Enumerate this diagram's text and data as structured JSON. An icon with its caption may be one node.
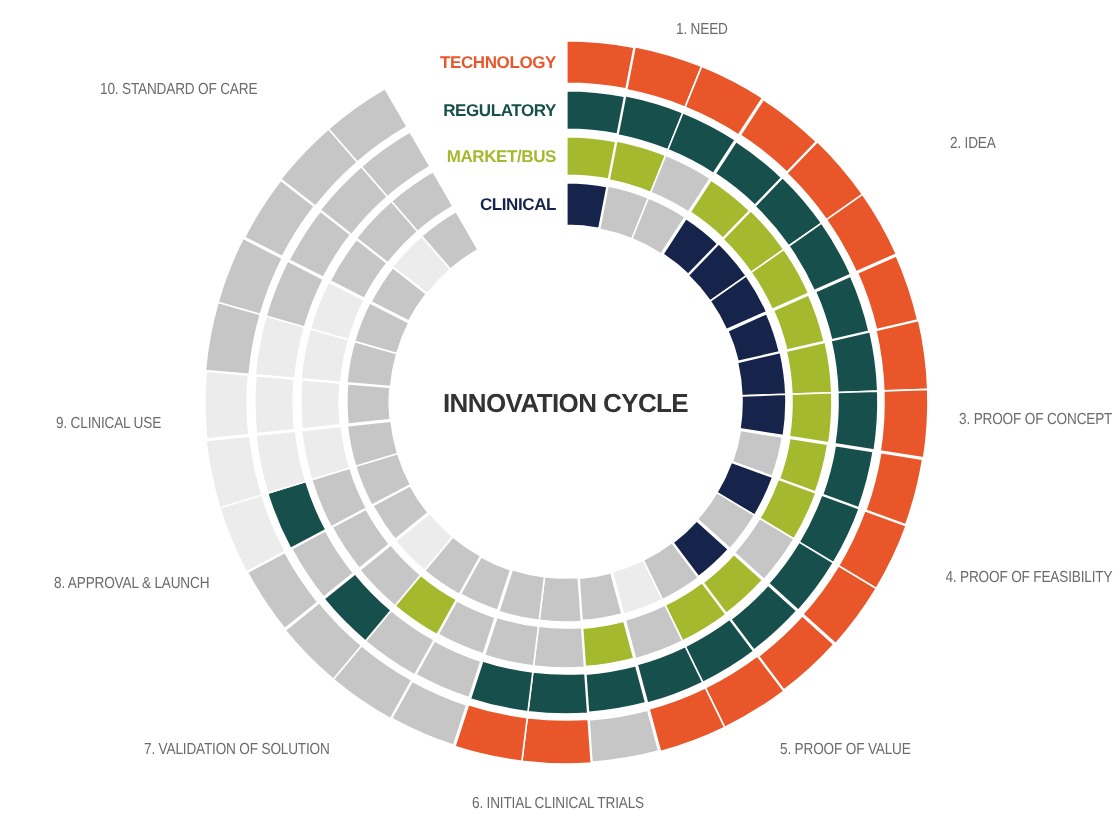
{
  "diagram": {
    "title": "INNOVATION CYCLE",
    "labels": [
      "1. NEED",
      "2. IDEA",
      "3. PROOF OF CONCEPT",
      "4. PROOF OF FEASIBILITY",
      "5. PROOF OF VALUE",
      "6. INITIAL CLINICAL TRIALS",
      "7. VALIDATION OF SOLUTION",
      "8. APPROVAL & LAUNCH",
      "9. CLINICAL USE",
      "10. STANDARD OF CARE"
    ],
    "legend": [
      {
        "text": "TECHNOLOGY",
        "color": "#e8562a"
      },
      {
        "text": "REGULATORY",
        "color": "#174f4c"
      },
      {
        "text": "MARKET/BUS",
        "color": "#a5b92f"
      },
      {
        "text": "CLINICAL",
        "color": "#16234a"
      }
    ]
  }
}
